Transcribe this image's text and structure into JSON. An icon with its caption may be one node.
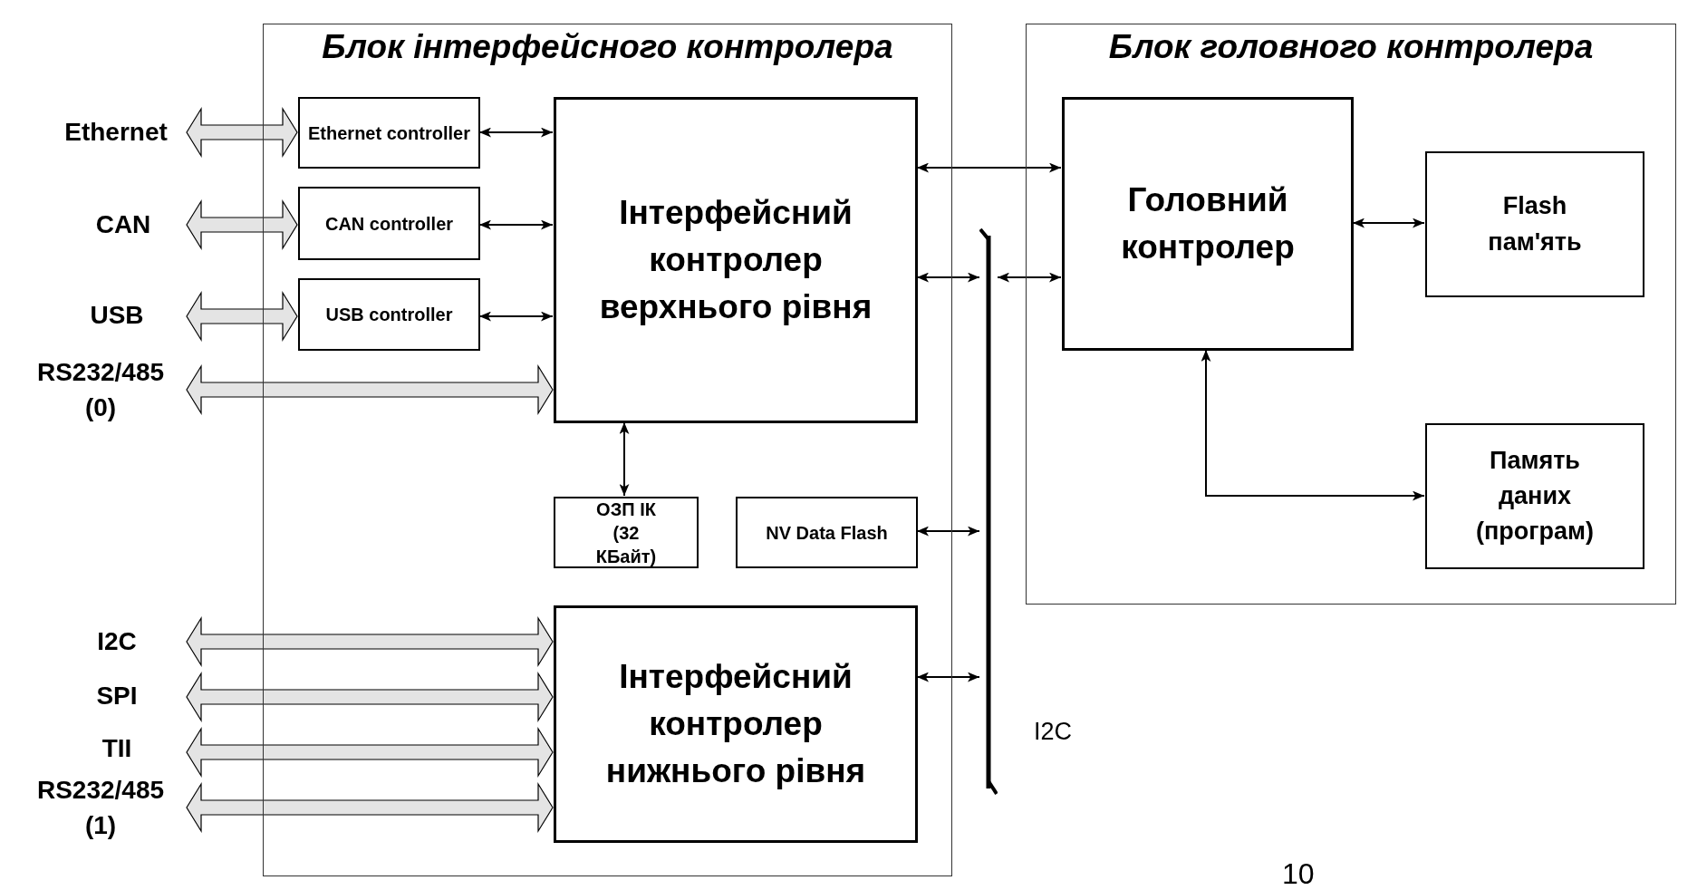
{
  "diagram": {
    "nodes": [
      {
        "text": [
          "Блок інтерфейсного контролера"
        ]
      },
      {
        "text": [
          "Ethernet controller"
        ],
        "in": 0
      },
      {
        "text": [
          "CAN controller"
        ],
        "in": 0
      },
      {
        "text": [
          "USB controller"
        ],
        "in": 0
      },
      {
        "text": [
          "Інтерфейсний контролер верхнього рівня"
        ],
        "in": 0
      },
      {
        "text": [
          "ОЗП ІК (32 КБайт)"
        ],
        "in": 0
      },
      {
        "text": [
          "NV Data Flash"
        ],
        "in": 0
      },
      {
        "text": [
          "Інтерфейсний контролер нижнього рівня"
        ],
        "in": 0
      },
      {
        "text": [
          "Блок головного контролера"
        ]
      },
      {
        "text": [
          "Головний контролер"
        ],
        "in": 8
      },
      {
        "text": [
          "Flash пам'ять"
        ],
        "in": 8
      },
      {
        "text": [
          "Память даних (програм)"
        ],
        "in": 8
      },
      {
        "text": [
          "Ethernet"
        ]
      },
      {
        "text": [
          "CAN"
        ]
      },
      {
        "text": [
          "USB"
        ]
      },
      {
        "text": [
          "RS232/485 (0)"
        ]
      },
      {
        "text": [
          "I2C"
        ]
      },
      {
        "text": [
          "SPI"
        ]
      },
      {
        "text": [
          "TII"
        ]
      },
      {
        "text": [
          "RS232/485 (1)"
        ]
      },
      {
        "text": [],
        "shape": "bar",
        "beside": [
          "I2C"
        ]
      }
    ],
    "edges": [
      {
        "from": 12,
        "to": 1,
        "arrow": "both",
        "style": "thick"
      },
      {
        "from": 1,
        "to": 4,
        "arrow": "both"
      },
      {
        "from": 13,
        "to": 2,
        "arrow": "both",
        "style": "thick"
      },
      {
        "from": 2,
        "to": 4,
        "arrow": "both"
      },
      {
        "from": 14,
        "to": 3,
        "arrow": "both",
        "style": "thick"
      },
      {
        "from": 3,
        "to": 4,
        "arrow": "both"
      },
      {
        "from": 15,
        "to": 4,
        "arrow": "both",
        "style": "thick"
      },
      {
        "from": 4,
        "to": 5,
        "arrow": "both"
      },
      {
        "from": 4,
        "to": 9,
        "arrow": "both"
      },
      {
        "from": 4,
        "to": 20,
        "arrow": "both"
      },
      {
        "from": 20,
        "to": 9,
        "arrow": "both"
      },
      {
        "from": 6,
        "to": 20,
        "arrow": "both"
      },
      {
        "from": 7,
        "to": 20,
        "arrow": "both"
      },
      {
        "from": 9,
        "to": 10,
        "arrow": "both"
      },
      {
        "from": 9,
        "to": 11,
        "arrow": "both"
      },
      {
        "from": 16,
        "to": 7,
        "arrow": "both",
        "style": "thick"
      },
      {
        "from": 17,
        "to": 7,
        "arrow": "both",
        "style": "thick"
      },
      {
        "from": 18,
        "to": 7,
        "arrow": "both",
        "style": "thick"
      },
      {
        "from": 19,
        "to": 7,
        "arrow": "both",
        "style": "thick"
      }
    ],
    "labels": [
      "10"
    ]
  }
}
